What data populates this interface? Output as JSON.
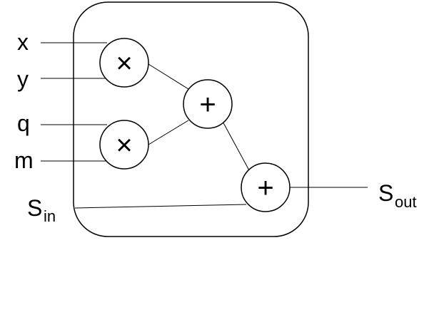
{
  "inputs": {
    "x": "x",
    "y": "y",
    "q": "q",
    "m": "m",
    "s_in_base": "S",
    "s_in_sub": "in"
  },
  "outputs": {
    "s_out_base": "S",
    "s_out_sub": "out"
  },
  "operators": {
    "multiply_top": "×",
    "multiply_bottom": "×",
    "add_middle": "+",
    "add_final": "+"
  }
}
